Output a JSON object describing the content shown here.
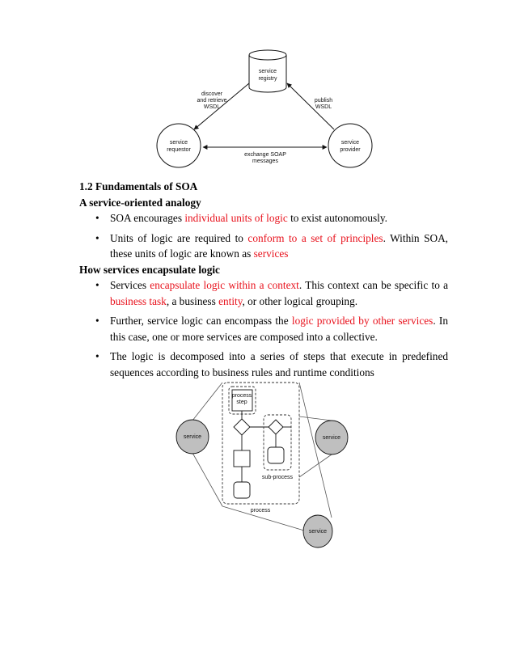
{
  "figure1": {
    "registry_label": [
      "service",
      "registry"
    ],
    "requestor_label": [
      "service",
      "requestor"
    ],
    "provider_label": [
      "service",
      "provider"
    ],
    "discover_label": [
      "discover",
      "and retrieve",
      "WSDL"
    ],
    "publish_label": [
      "publish",
      "WSDL"
    ],
    "exchange_label": [
      "exchange SOAP",
      "messages"
    ]
  },
  "section": {
    "title": "1.2 Fundamentals of SOA",
    "sub1": "A service-oriented analogy",
    "bullets1": [
      {
        "parts": [
          {
            "t": "SOA encourages ",
            "red": false
          },
          {
            "t": "individual units of logic",
            "red": true
          },
          {
            "t": " to exist autonomously.",
            "red": false
          }
        ]
      },
      {
        "parts": [
          {
            "t": "Units of logic are required to ",
            "red": false
          },
          {
            "t": "conform to a set of principles",
            "red": true
          },
          {
            "t": ". Within SOA, these units of logic are known as ",
            "red": false
          },
          {
            "t": "services",
            "red": true
          }
        ]
      }
    ],
    "sub2": "How services encapsulate logic",
    "bullets2": [
      {
        "parts": [
          {
            "t": "Services ",
            "red": false
          },
          {
            "t": "encapsulate logic within a context",
            "red": true
          },
          {
            "t": ". This context can be specific to a ",
            "red": false
          },
          {
            "t": "business task",
            "red": true
          },
          {
            "t": ", a business ",
            "red": false
          },
          {
            "t": "entity",
            "red": true
          },
          {
            "t": ", or other logical grouping.",
            "red": false
          }
        ]
      },
      {
        "parts": [
          {
            "t": "Further, service logic can encompass the ",
            "red": false
          },
          {
            "t": "logic provided by other services",
            "red": true
          },
          {
            "t": ". In this case, one or more services are composed into a collective.",
            "red": false
          }
        ]
      },
      {
        "parts": [
          {
            "t": "The logic is decomposed into a series of steps that execute in predefined sequences according to business rules and runtime conditions",
            "red": false
          }
        ]
      }
    ],
    "bullet_char": "•"
  },
  "figure2": {
    "service_left": "service",
    "service_right": "service",
    "service_bottom": "service",
    "process_step": [
      "process",
      "step"
    ],
    "sub_process": "sub-process",
    "process": "process"
  }
}
